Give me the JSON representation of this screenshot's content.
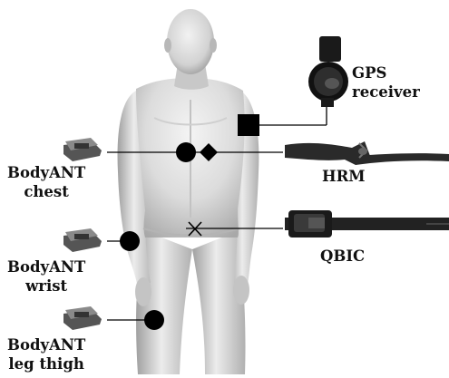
{
  "labels": {
    "gps": [
      "GPS",
      "receiver"
    ],
    "hrm": "HRM",
    "qbic": "QBIC",
    "bodyant_chest": [
      "BodyANT",
      "chest"
    ],
    "bodyant_wrist": [
      "BodyANT",
      "wrist"
    ],
    "bodyant_thigh": [
      "BodyANT",
      "leg thigh"
    ]
  },
  "colors": {
    "skin_light": "#e8e8e8",
    "skin_shadow": "#9a9a9a",
    "marker": "#000000",
    "device_dark": "#1e1e1e",
    "strap": "#2a2a2a"
  },
  "markers": {
    "gps": "filled-square",
    "hrm": "filled-diamond",
    "qbic": "cross",
    "bodyant": "filled-circle"
  }
}
